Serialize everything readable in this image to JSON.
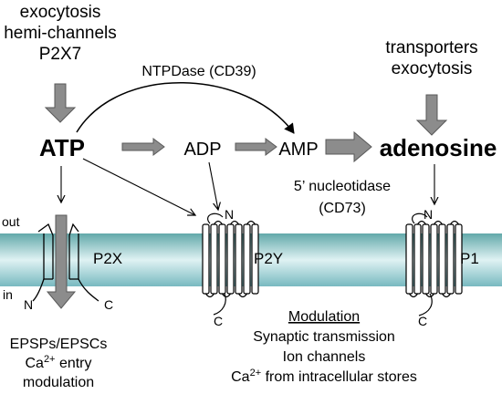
{
  "sources_left": [
    "exocytosis",
    "hemi-channels",
    "P2X7"
  ],
  "sources_right": [
    "transporters",
    "exocytosis"
  ],
  "enzyme_top": "NTPDase (CD39)",
  "enzyme_bottom": [
    "5’ nucleotidase",
    "(CD73)"
  ],
  "molecules": {
    "atp": "ATP",
    "adp": "ADP",
    "amp": "AMP",
    "adenosine": "adenosine"
  },
  "membrane": {
    "out_label": "out",
    "in_label": "in"
  },
  "receptors": {
    "p2x": {
      "label": "P2X",
      "n_label": "N",
      "c_label": "C"
    },
    "p2y": {
      "label": "P2Y",
      "n_label": "N",
      "c_label": "C"
    },
    "p1": {
      "label": "P1",
      "n_label": "N",
      "c_label": "C"
    }
  },
  "effects_p2x": [
    "EPSPs/EPSCs",
    "entry",
    "modulation"
  ],
  "calcium": {
    "base": "Ca",
    "superscript": "2+"
  },
  "modulation": {
    "title": "Modulation",
    "items": [
      "Synaptic transmission",
      "Ion channels",
      "from intracellular stores"
    ]
  },
  "colors": {
    "membrane_top": "#62a9aa",
    "membrane_mid": "#dff2f3",
    "membrane_bottom": "#78b9c0",
    "arrow_fill": "#8c8c8c",
    "arrow_stroke": "#595959"
  }
}
